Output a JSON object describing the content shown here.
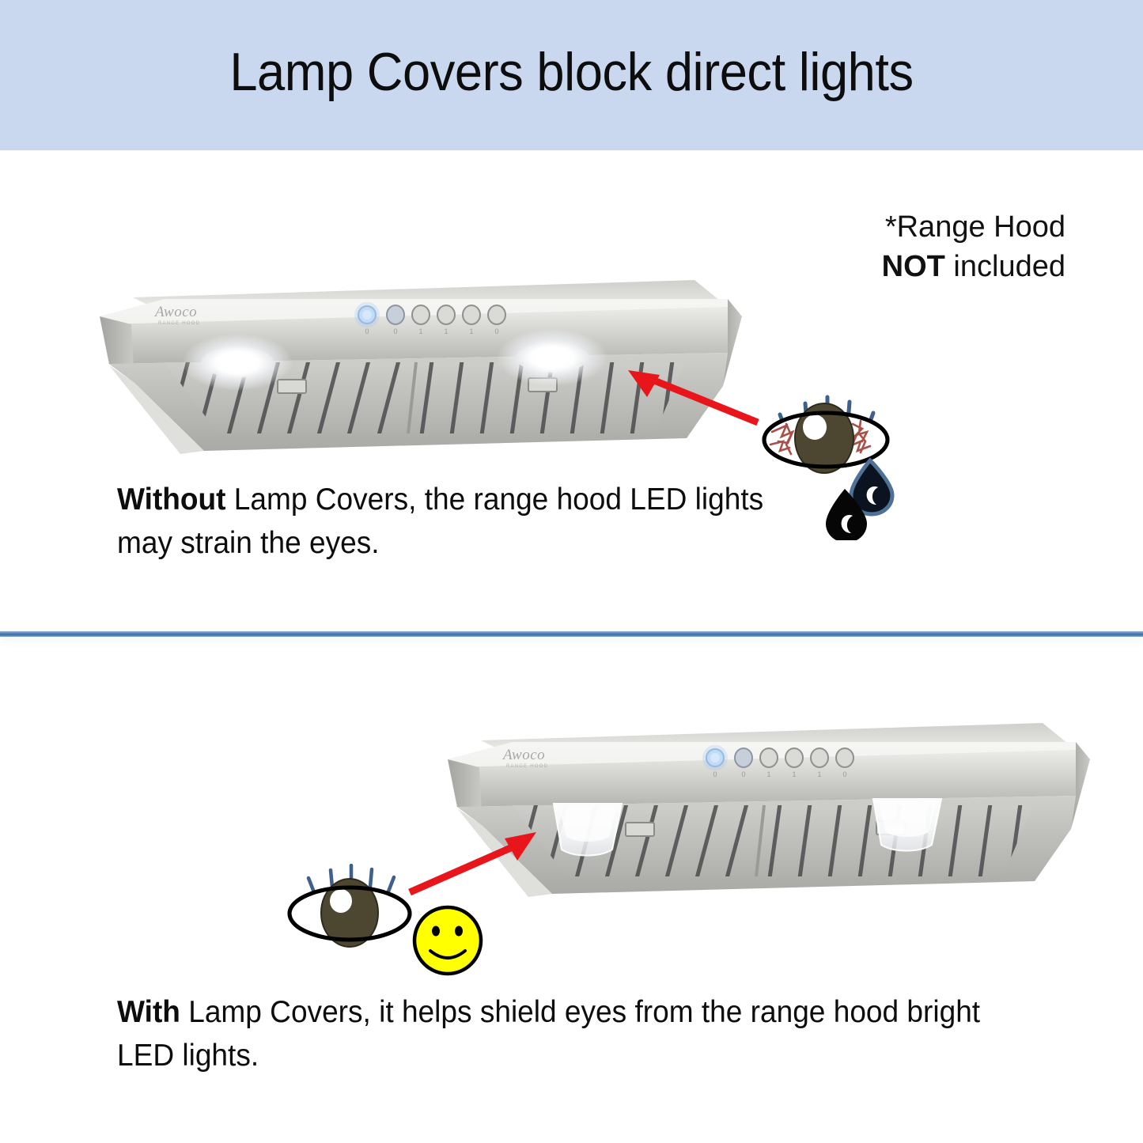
{
  "banner": {
    "title": "Lamp Covers block direct lights",
    "background_color": "#c9d8ef"
  },
  "note": {
    "line1": "*Range Hood",
    "line2_bold": "NOT",
    "line2_rest": " included"
  },
  "divider": {
    "color": "#3d6ca8"
  },
  "sections": [
    {
      "id": "without",
      "caption_bold": "Without",
      "caption_rest": " Lamp Covers, the range hood LED lights may strain the eyes.",
      "hood": {
        "brand_logo": "Awoco",
        "buttons": [
          "power-indicator",
          "light-button",
          "speed-1-button",
          "speed-2-button",
          "speed-3-button",
          "off-button"
        ],
        "button_labels": [
          "0",
          "0",
          "1",
          "1",
          "1",
          "0"
        ],
        "lamp_state": "bare-bright-led"
      },
      "eye": {
        "type": "strained-eye",
        "bloodshot": true,
        "tears": 2,
        "iris_color": "#4d4630",
        "lash_color": "#3f5f8c",
        "vein_color": "#a8504a"
      },
      "arrow": {
        "color": "#e8161a",
        "direction": "up-left"
      }
    },
    {
      "id": "with",
      "caption_bold": "With",
      "caption_rest": " Lamp Covers, it helps shield eyes from the range hood bright LED lights.",
      "hood": {
        "brand_logo": "Awoco",
        "buttons": [
          "power-indicator",
          "light-button",
          "speed-1-button",
          "speed-2-button",
          "speed-3-button",
          "off-button"
        ],
        "button_labels": [
          "0",
          "0",
          "1",
          "1",
          "1",
          "0"
        ],
        "lamp_state": "diffused-lamp-cover"
      },
      "eye": {
        "type": "happy-eye",
        "bloodshot": false,
        "tears": 0,
        "iris_color": "#4d4630",
        "lash_color": "#3f5f8c",
        "smiley_color": "#ffff00"
      },
      "arrow": {
        "color": "#e8161a",
        "direction": "up-right"
      }
    }
  ],
  "colors": {
    "accent_blue": "#3d6ca8",
    "banner_blue": "#c9d8ef",
    "arrow_red": "#e8161a",
    "steel_light": "#e3e3e1",
    "steel_mid": "#c3c3c0",
    "steel_dark": "#8e8e8b"
  }
}
